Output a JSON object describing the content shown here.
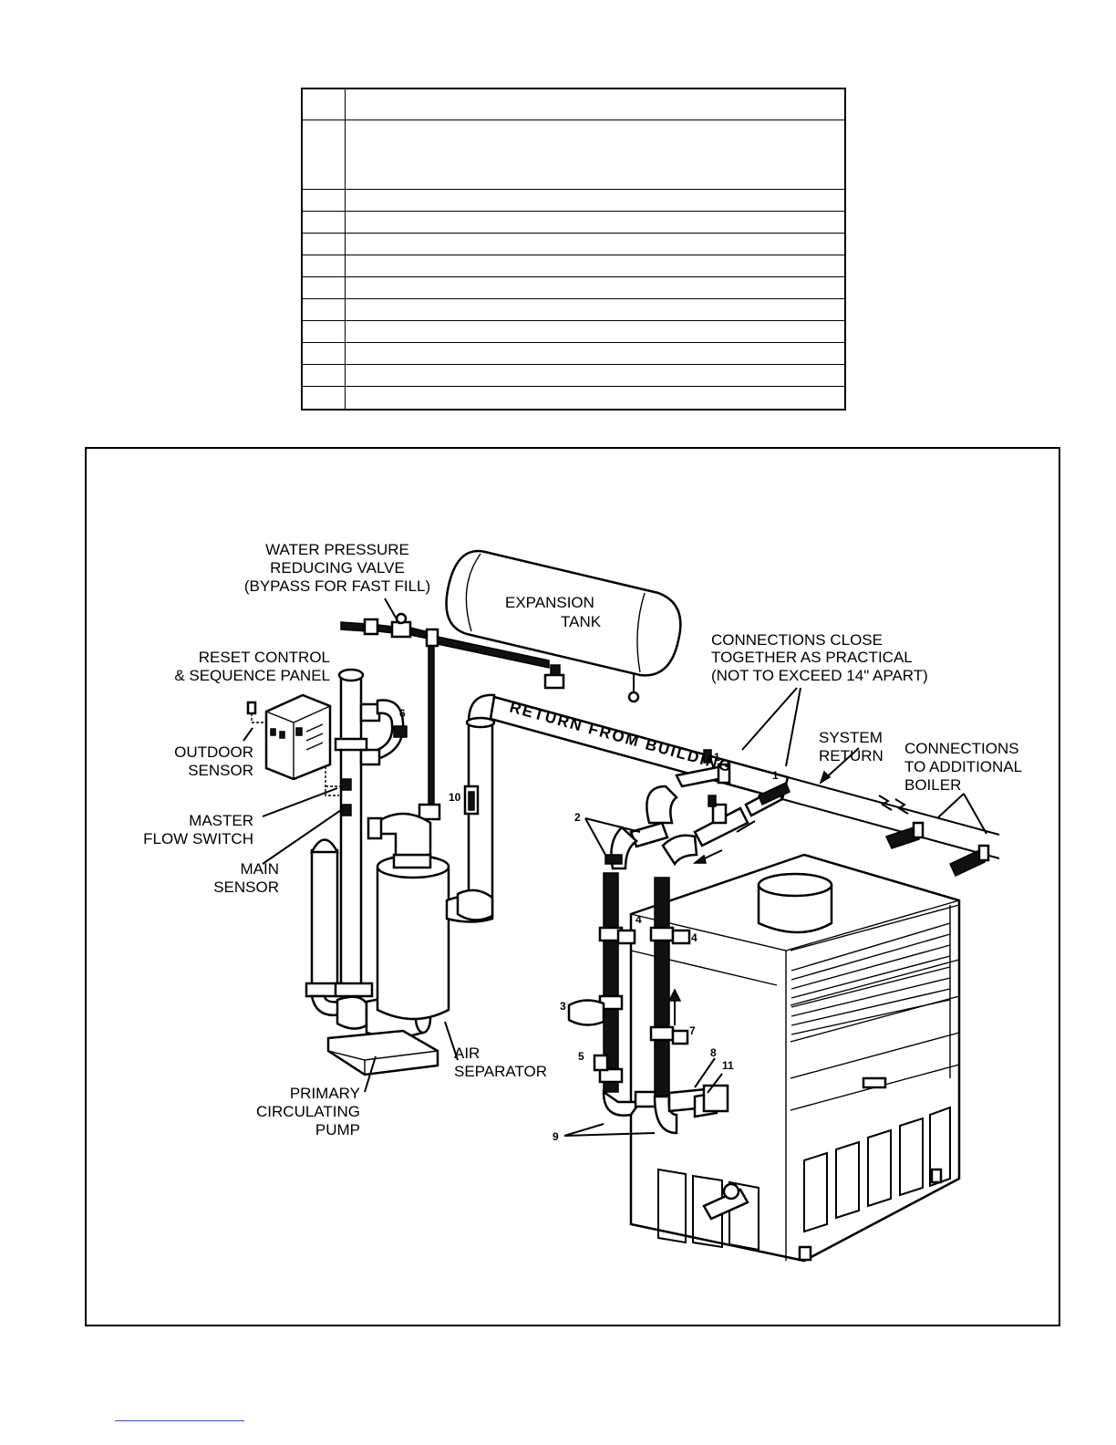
{
  "legend_table": {
    "rows": 12
  },
  "diagram": {
    "labels": {
      "water_pressure_reducing_valve": [
        "WATER PRESSURE",
        "REDUCING VALVE",
        "(BYPASS FOR FAST FILL)"
      ],
      "expansion_tank": [
        "EXPANSION",
        "TANK"
      ],
      "reset_control": [
        "RESET CONTROL",
        "& SEQUENCE PANEL"
      ],
      "connections_close": [
        "CONNECTIONS CLOSE",
        "TOGETHER AS PRACTICAL",
        "(NOT TO EXCEED 14\" APART)"
      ],
      "outdoor_sensor": [
        "OUTDOOR",
        "SENSOR"
      ],
      "master_flow_switch": [
        "MASTER",
        "FLOW SWITCH"
      ],
      "main_sensor": [
        "MAIN",
        "SENSOR"
      ],
      "system_return": [
        "SYSTEM",
        "RETURN"
      ],
      "connections_additional": [
        "CONNECTIONS",
        "TO ADDITIONAL",
        "BOILER"
      ],
      "return_from_building": "RETURN FROM BUILDING",
      "air_separator": [
        "AIR",
        "SEPARATOR"
      ],
      "primary_pump": [
        "PRIMARY",
        "CIRCULATING",
        "PUMP"
      ]
    },
    "callouts": [
      "1",
      "1",
      "2",
      "3",
      "4",
      "4",
      "5",
      "6",
      "7",
      "8",
      "9",
      "10",
      "11"
    ]
  }
}
